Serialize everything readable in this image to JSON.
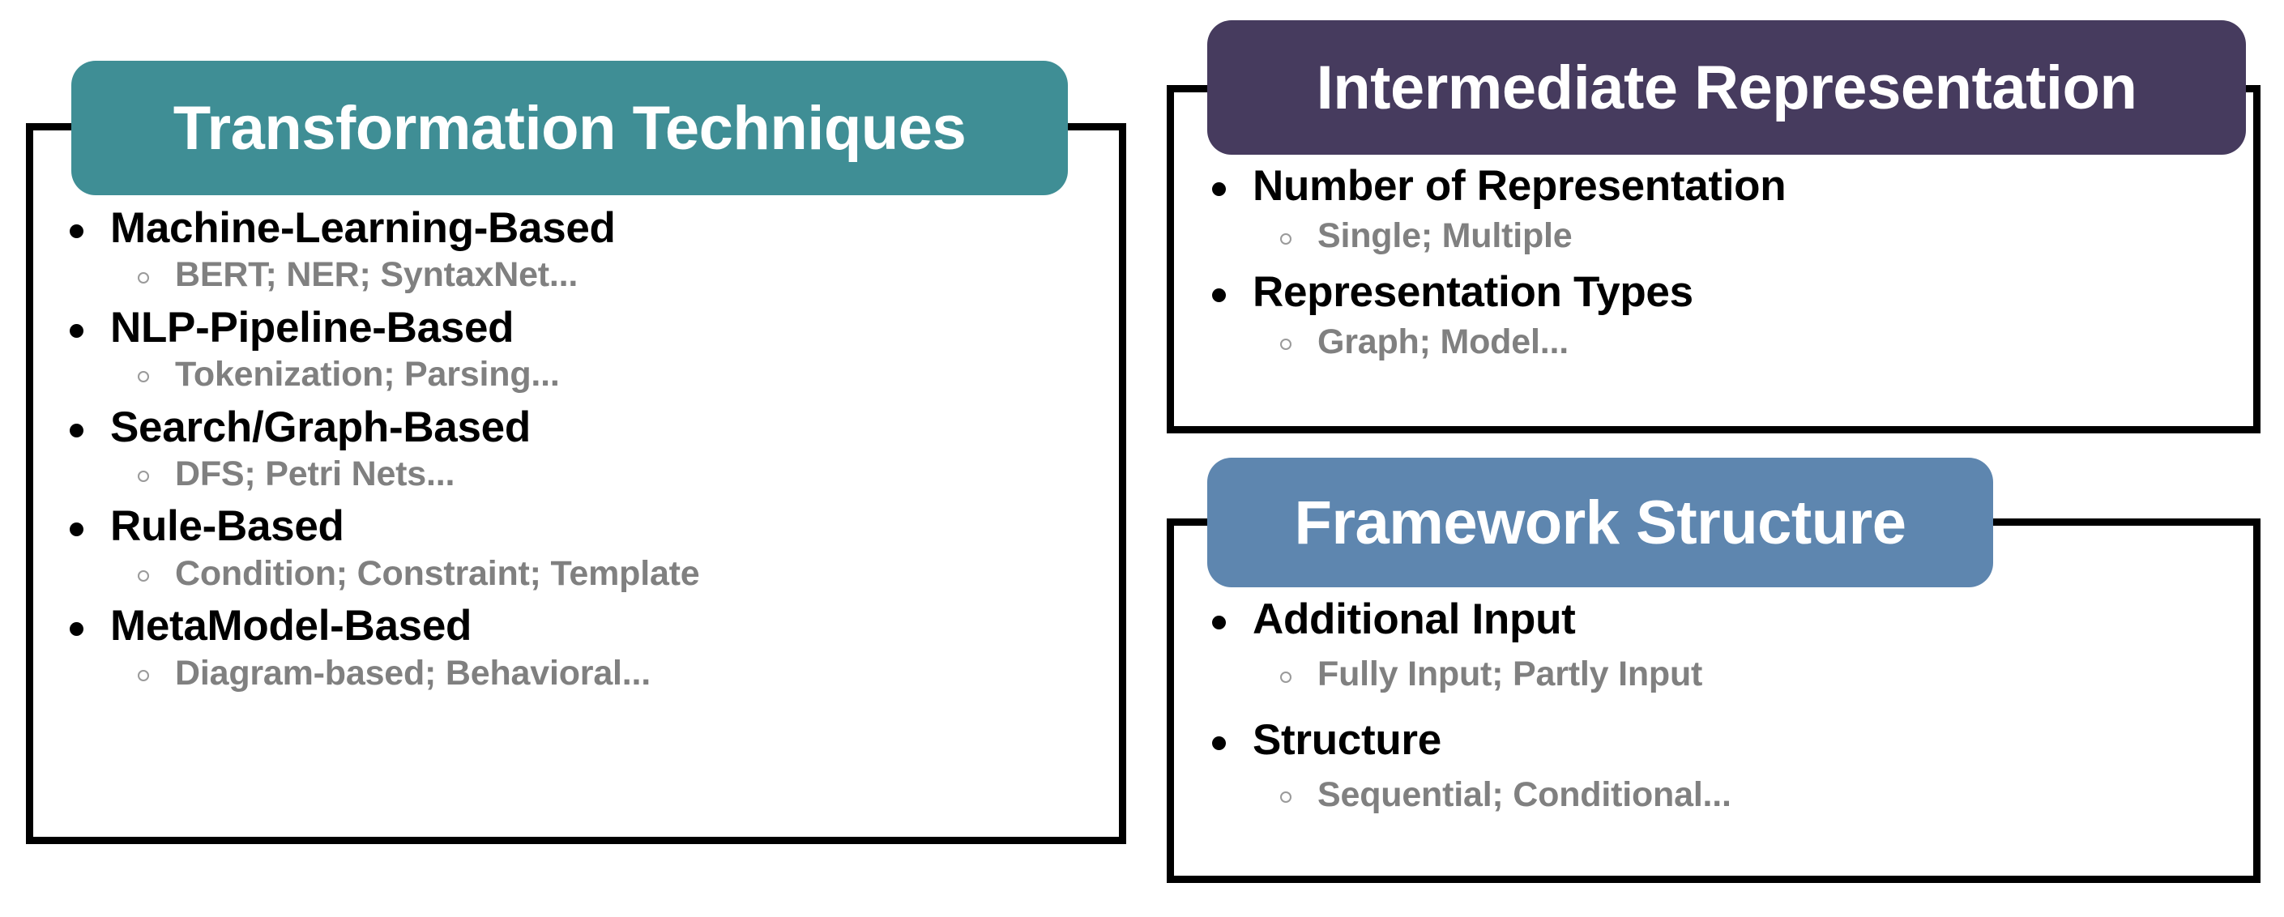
{
  "colors": {
    "panel_border": "#000000",
    "page_background": "#ffffff",
    "pill_transformation": "#3F8E95",
    "pill_intermediate": "#463B5E",
    "pill_framework": "#5E86AF",
    "main_bullet_text": "#000000",
    "sub_bullet_text": "#808080"
  },
  "panels": [
    {
      "id": "transformation",
      "title": "Transformation Techniques",
      "items": [
        {
          "main": "Machine-Learning-Based",
          "sub": "BERT; NER; SyntaxNet..."
        },
        {
          "main": "NLP-Pipeline-Based",
          "sub": "Tokenization; Parsing..."
        },
        {
          "main": "Search/Graph-Based",
          "sub": "DFS; Petri Nets..."
        },
        {
          "main": "Rule-Based",
          "sub": "Condition; Constraint; Template"
        },
        {
          "main": "MetaModel-Based",
          "sub": "Diagram-based; Behavioral..."
        }
      ]
    },
    {
      "id": "intermediate",
      "title": "Intermediate Representation",
      "items": [
        {
          "main": "Number of Representation",
          "sub": "Single; Multiple"
        },
        {
          "main": "Representation Types",
          "sub": "Graph; Model..."
        }
      ]
    },
    {
      "id": "framework",
      "title": "Framework Structure",
      "items": [
        {
          "main": "Additional Input",
          "sub": "Fully Input; Partly Input"
        },
        {
          "main": "Structure",
          "sub": "Sequential; Conditional..."
        }
      ]
    }
  ]
}
